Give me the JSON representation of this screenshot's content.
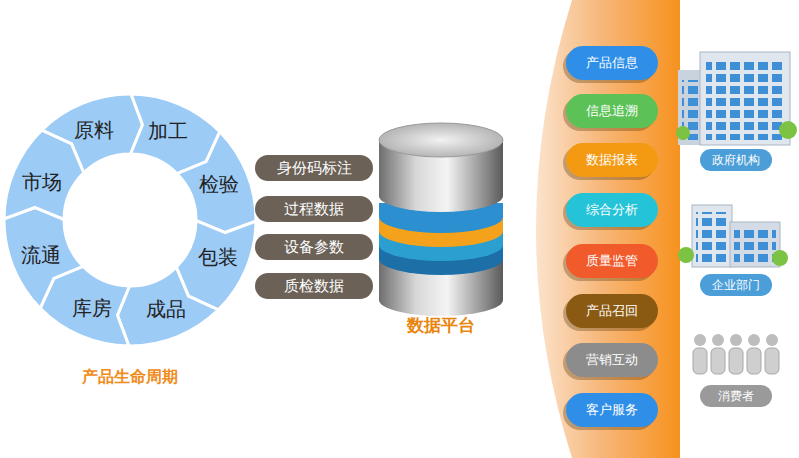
{
  "diagram": {
    "nodes": [
      {
        "text": [
          "原料"
        ]
      },
      {
        "text": [
          "加工"
        ]
      },
      {
        "text": [
          "检验"
        ]
      },
      {
        "text": [
          "包装"
        ]
      },
      {
        "text": [
          "成品"
        ]
      },
      {
        "text": [
          "库房"
        ]
      },
      {
        "text": [
          "流通"
        ]
      },
      {
        "text": [
          "市场"
        ]
      },
      {
        "text": [
          "身份码标注"
        ]
      },
      {
        "text": [
          "过程数据"
        ]
      },
      {
        "text": [
          "设备参数"
        ]
      },
      {
        "text": [
          "质检数据"
        ]
      },
      {
        "text": [
          "数据平台"
        ]
      },
      {
        "text": [
          "产品信息"
        ]
      },
      {
        "text": [
          "信息追溯"
        ]
      },
      {
        "text": [
          "数据报表"
        ]
      },
      {
        "text": [
          "综合分析"
        ]
      },
      {
        "text": [
          "质量监管"
        ]
      },
      {
        "text": [
          "产品召回"
        ]
      },
      {
        "text": [
          "营销互动"
        ]
      },
      {
        "text": [
          "客户服务"
        ]
      },
      {
        "text": [
          "政府机构"
        ]
      },
      {
        "text": [
          "企业部门"
        ]
      },
      {
        "text": [
          "消费者"
        ]
      }
    ],
    "labels": [
      "产品生命周期"
    ]
  }
}
